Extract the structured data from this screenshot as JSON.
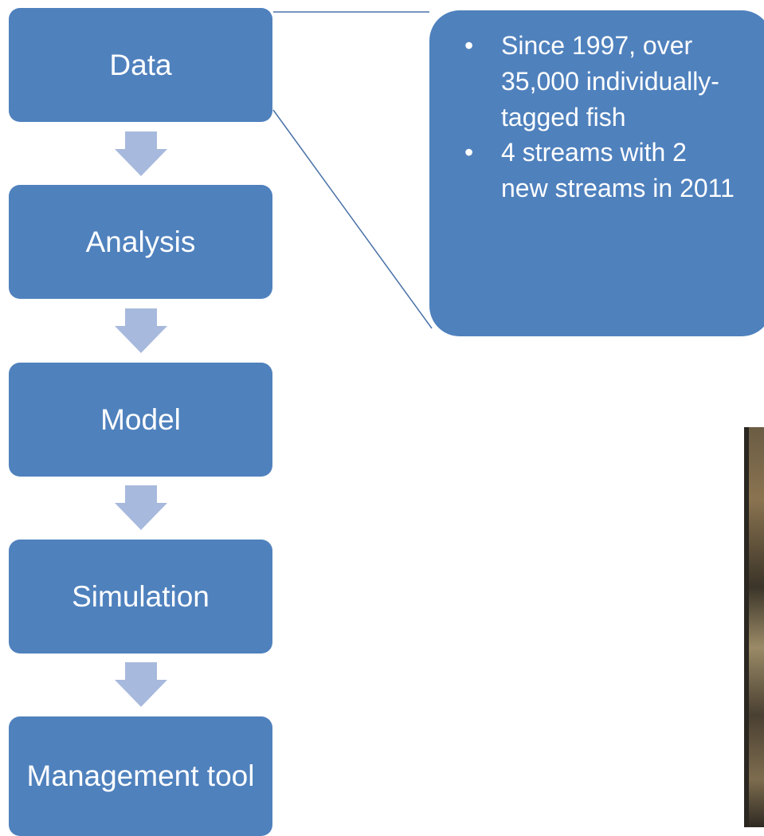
{
  "flow": {
    "steps": [
      "Data",
      "Analysis",
      "Model",
      "Simulation",
      "Management tool"
    ]
  },
  "callout": {
    "bullets": [
      "Since 1997, over 35,000 individually-tagged fish",
      "4 streams with 2 new streams in 2011"
    ],
    "bullet_glyph": "•"
  },
  "colors": {
    "box_fill": "#4f81bd",
    "arrow_fill": "#a7b9dc",
    "connector_line": "#4a72a8",
    "text": "#ffffff"
  }
}
